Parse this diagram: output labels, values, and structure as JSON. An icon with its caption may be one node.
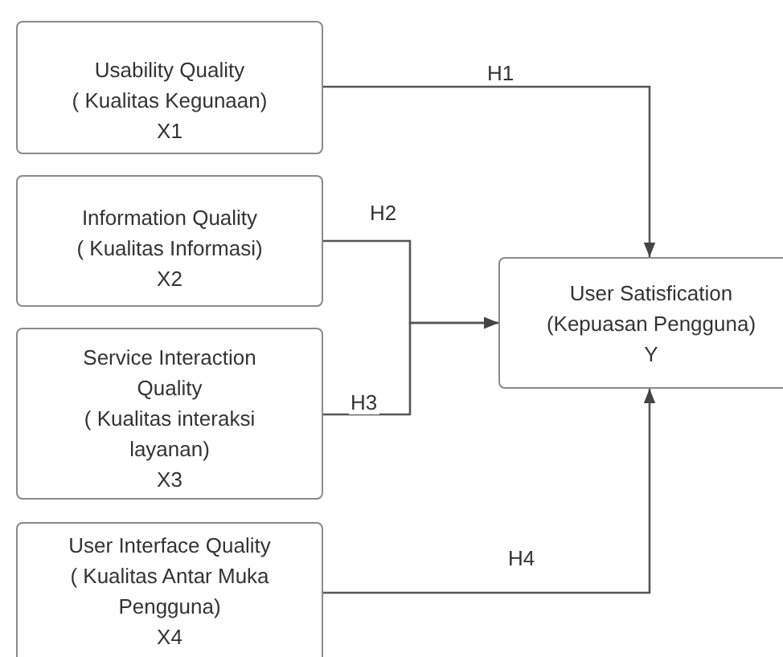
{
  "diagram": {
    "nodes": [
      {
        "text": [
          "Usability Quality",
          "( Kualitas Kegunaan)",
          "X1"
        ]
      },
      {
        "text": [
          "Information Quality",
          "( Kualitas Informasi)",
          "X2"
        ]
      },
      {
        "text": [
          "Service Interaction Quality",
          "( Kualitas interaksi layanan)",
          "X3"
        ]
      },
      {
        "text": [
          "User Interface Quality",
          "( Kualitas Antar Muka Pengguna)",
          "X4"
        ]
      },
      {
        "text": [
          "User Satisfication",
          "(Kepuasan Pengguna)",
          "Y"
        ]
      }
    ],
    "edges": [
      {
        "from": 0,
        "to": 4,
        "arrow": "to",
        "label": "H1"
      },
      {
        "from": 1,
        "to": 4,
        "arrow": "to",
        "label": "H2"
      },
      {
        "from": 2,
        "to": 4,
        "arrow": "to",
        "label": "H3"
      },
      {
        "from": 3,
        "to": 4,
        "arrow": "to",
        "label": "H4"
      }
    ]
  }
}
